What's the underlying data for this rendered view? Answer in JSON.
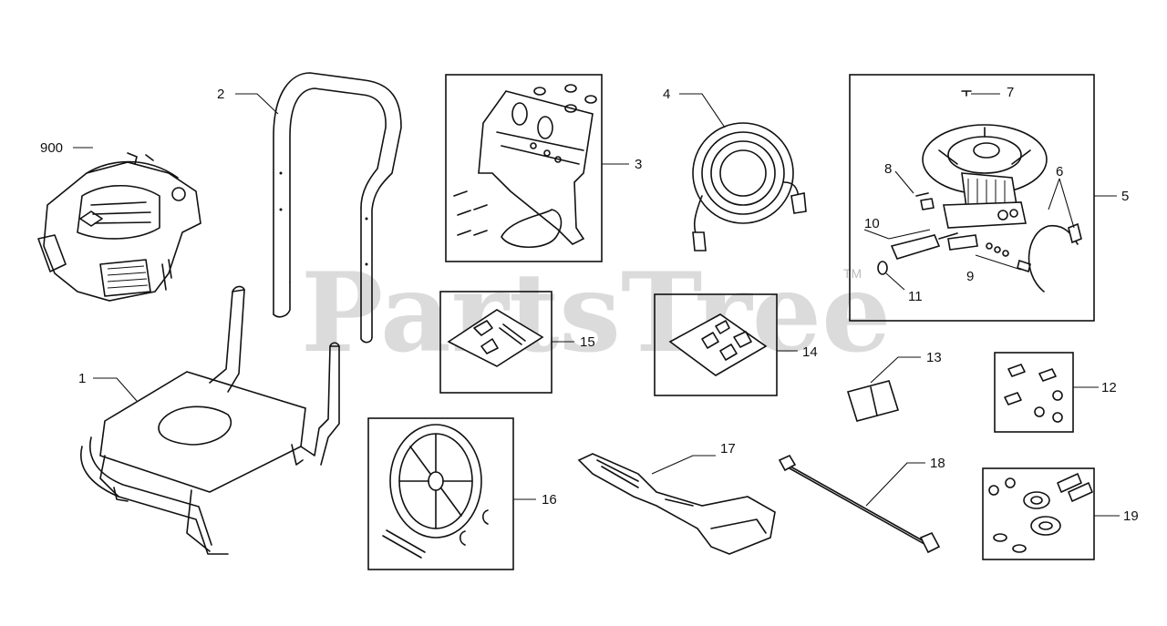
{
  "watermark": {
    "text": "PartsTree",
    "trademark": "TM"
  },
  "callouts": {
    "c900": "900",
    "c1": "1",
    "c2": "2",
    "c3": "3",
    "c4": "4",
    "c5": "5",
    "c6": "6",
    "c7": "7",
    "c8": "8",
    "c9": "9",
    "c10": "10",
    "c11": "11",
    "c12": "12",
    "c13": "13",
    "c14": "14",
    "c15": "15",
    "c16": "16",
    "c17": "17",
    "c18": "18",
    "c19": "19"
  }
}
